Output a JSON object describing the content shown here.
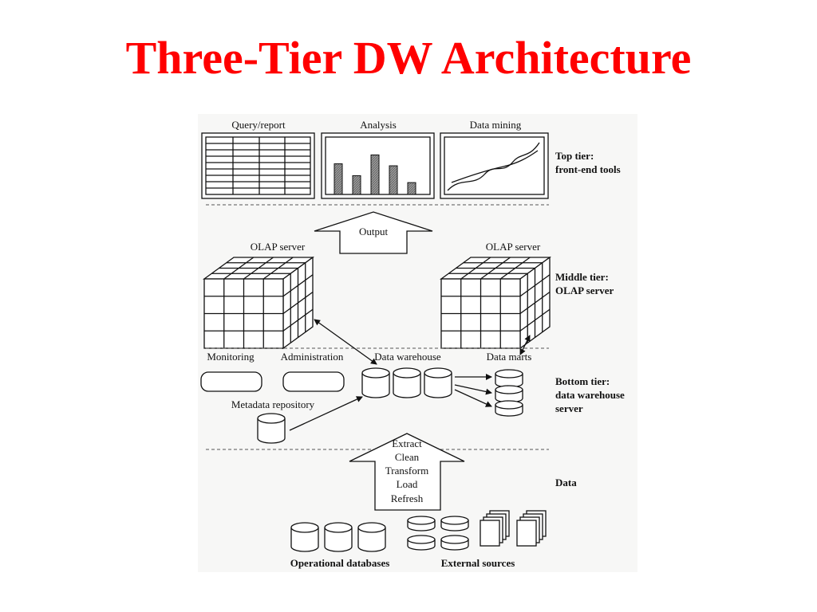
{
  "title": "Three-Tier DW Architecture",
  "diagram": {
    "top_tools": {
      "query": "Query/report",
      "analysis": "Analysis",
      "mining": "Data mining"
    },
    "analysis_bars": [
      0.62,
      0.38,
      0.8,
      0.58,
      0.24
    ],
    "output": "Output",
    "olap_left": "OLAP server",
    "olap_right": "OLAP server",
    "bottom": {
      "monitoring": "Monitoring",
      "administration": "Administration",
      "warehouse": "Data warehouse",
      "marts": "Data marts",
      "metadata": "Metadata repository"
    },
    "etl": [
      "Extract",
      "Clean",
      "Transform",
      "Load",
      "Refresh"
    ],
    "sources": {
      "operational": "Operational databases",
      "external": "External sources"
    },
    "tiers": {
      "top": [
        "Top tier:",
        "front-end tools"
      ],
      "middle": [
        "Middle tier:",
        "OLAP server"
      ],
      "bottom": [
        "Bottom tier:",
        "data warehouse",
        "server"
      ],
      "data": [
        "Data"
      ]
    }
  }
}
